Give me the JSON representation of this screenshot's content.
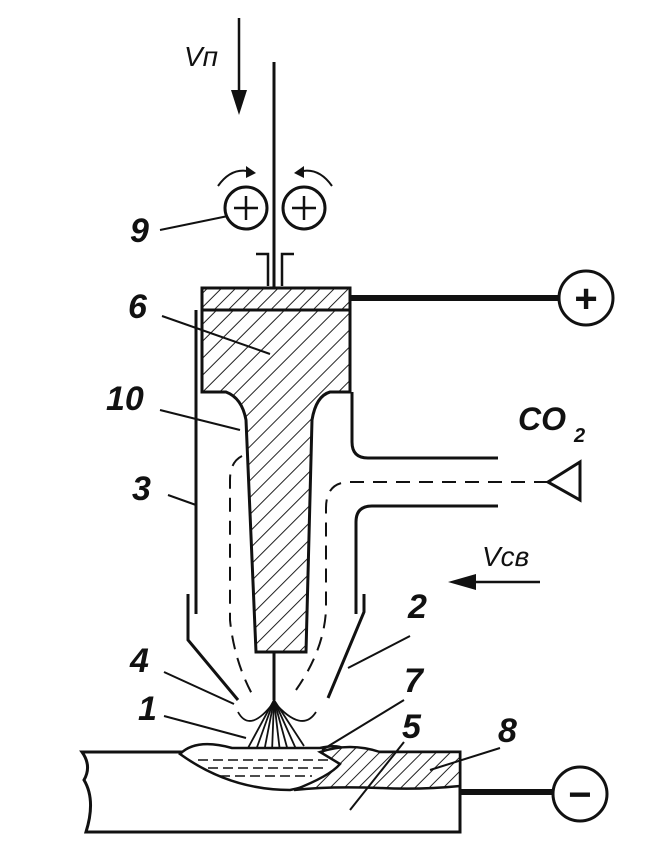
{
  "labels": {
    "wire_speed": "Vп",
    "weld_speed": "Vсв",
    "gas": "CO",
    "gas_sub": "2",
    "plus": "+",
    "minus": "−",
    "n1": "1",
    "n2": "2",
    "n3": "3",
    "n4": "4",
    "n5": "5",
    "n6": "6",
    "n7": "7",
    "n8": "8",
    "n9": "9",
    "n10": "10"
  }
}
